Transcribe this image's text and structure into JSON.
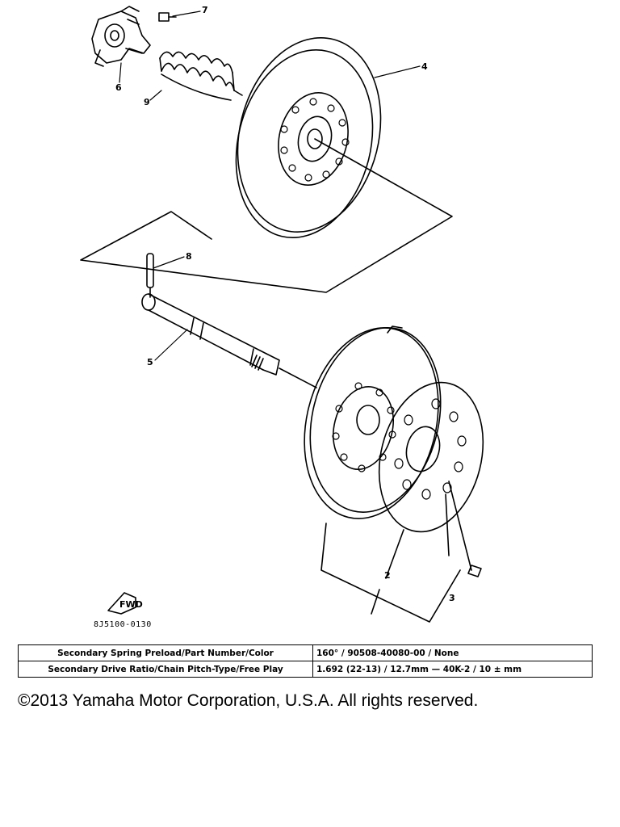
{
  "diagram": {
    "callouts": [
      "7",
      "4",
      "6",
      "9",
      "8",
      "5",
      "2",
      "3"
    ],
    "drawing_code": "8J5100-0130",
    "fwd_label": "FWD"
  },
  "table": {
    "rows": [
      {
        "label": "Secondary Spring Preload/Part Number/Color",
        "value": "160° / 90508-40080-00 / None"
      },
      {
        "label": "Secondary Drive Ratio/Chain Pitch-Type/Free Play",
        "value": "1.692 (22-13) / 12.7mm — 40K-2 / 10 ± mm"
      }
    ]
  },
  "copyright": "©2013 Yamaha Motor Corporation, U.S.A. All rights reserved."
}
